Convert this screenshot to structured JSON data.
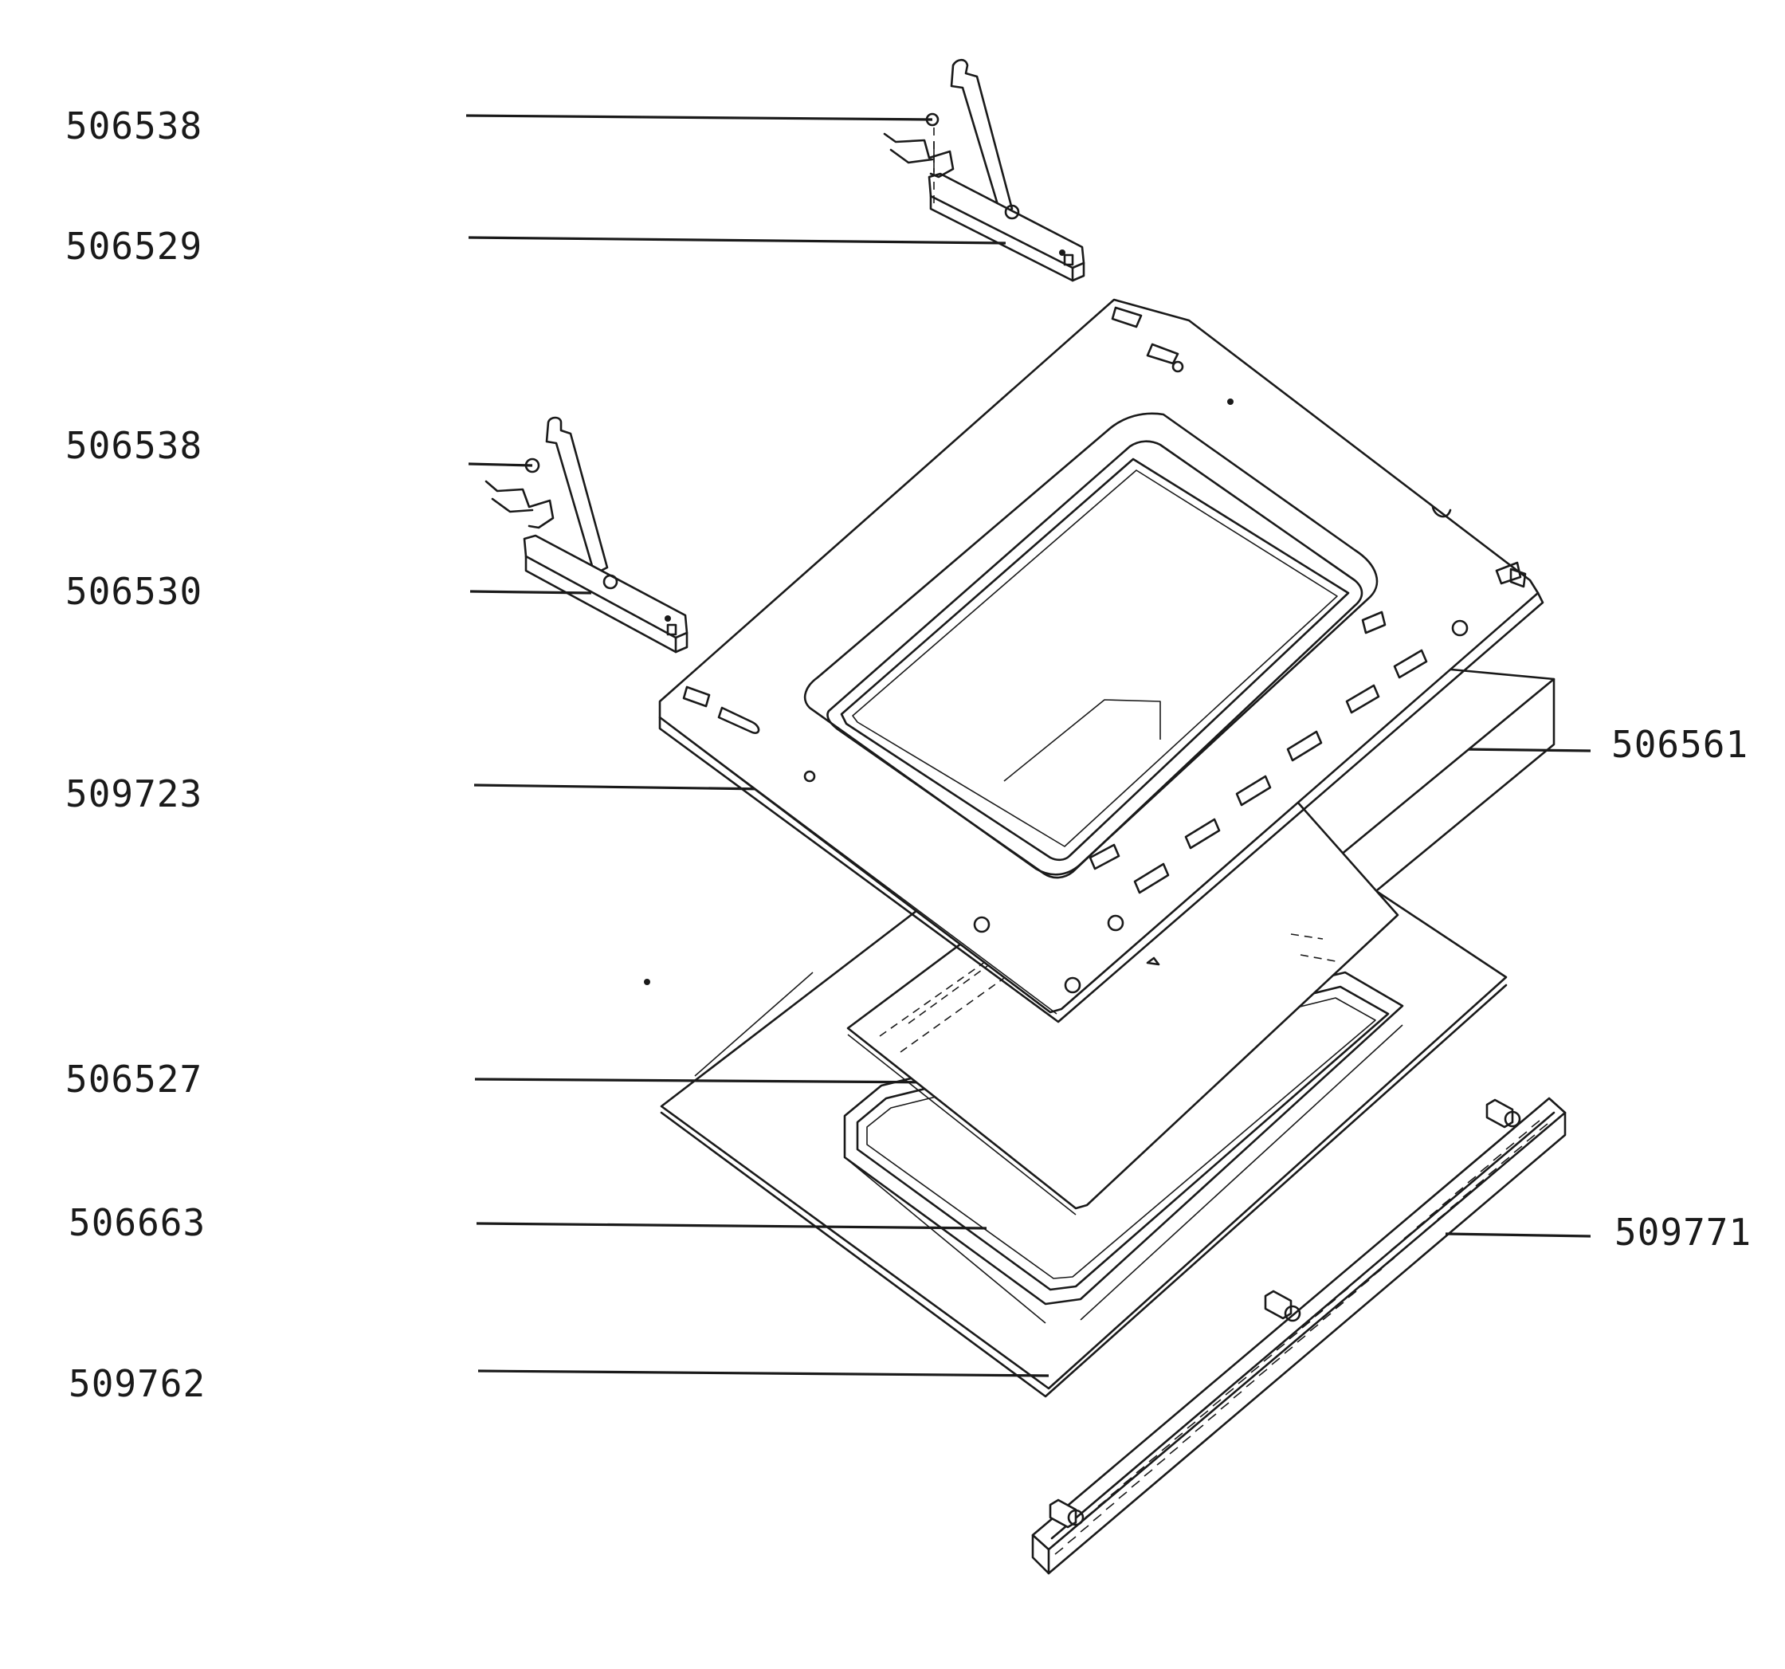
{
  "labels": {
    "hinge_screw_upper": "506538",
    "hinge_right": "506529",
    "hinge_screw_lower": "506538",
    "hinge_left": "506530",
    "door_frame": "509723",
    "glass_support": "506561",
    "inner_glass": "506527",
    "door_seal": "506663",
    "outer_glass": "509762",
    "ventilation_trim": "509771"
  }
}
